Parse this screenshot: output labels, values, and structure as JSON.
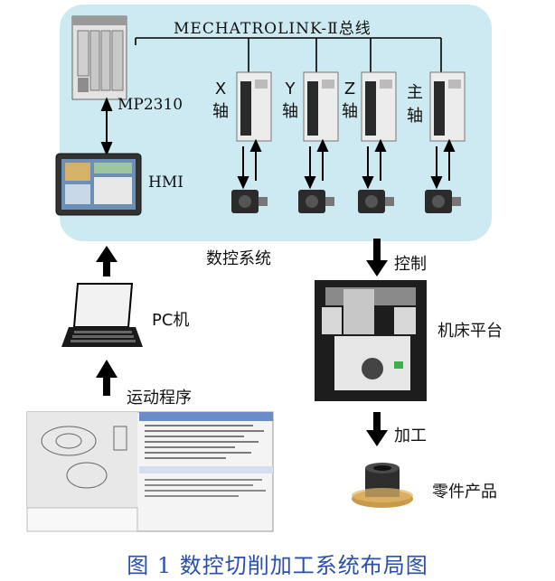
{
  "bus_label": "MECHATROLINK-Ⅱ总线",
  "controller_label": "MP2310",
  "hmi_label": "HMI",
  "axes": [
    {
      "line1": "X",
      "line2": "轴"
    },
    {
      "line1": "Y",
      "line2": "轴"
    },
    {
      "line1": "Z",
      "line2": "轴"
    },
    {
      "line1": "主",
      "line2": "轴"
    }
  ],
  "cnc_system_label": "数控系统",
  "pc_label": "PC机",
  "motion_program_label": "运动程序",
  "control_label": "控制",
  "machine_label": "机床平台",
  "process_label": "加工",
  "product_label": "零件产品",
  "caption": "图 1 数控切削加工系统布局图",
  "colors": {
    "panel_bg": "#cdeaf2",
    "caption": "#2a4fae",
    "arrow": "#000000"
  }
}
